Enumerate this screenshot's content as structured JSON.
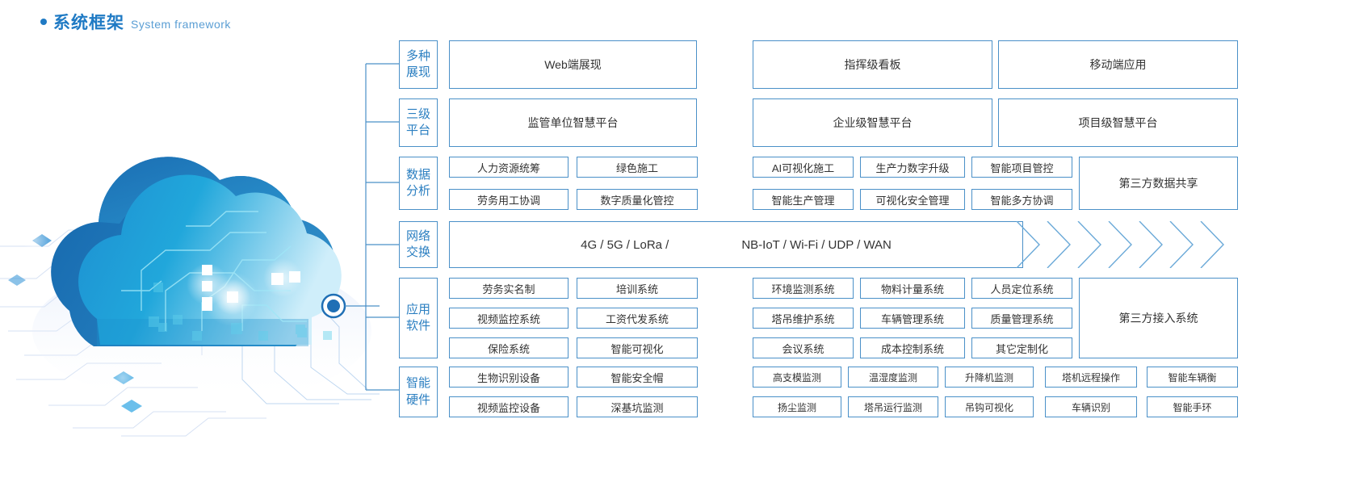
{
  "header": {
    "bullet": "bullet-dot",
    "title_cn": "系统框架",
    "title_en": "System framework"
  },
  "artwork": {
    "name": "cloud-computing-illustration"
  },
  "diagram": {
    "rows": [
      {
        "id": "presentation",
        "category": [
          "多种",
          "展现"
        ],
        "cells": [
          {
            "label": "Web端展现"
          },
          {
            "label": "指挥级看板"
          },
          {
            "label": "移动端应用"
          }
        ]
      },
      {
        "id": "three-tier-platform",
        "category": [
          "三级",
          "平台"
        ],
        "cells": [
          {
            "label": "监管单位智慧平台"
          },
          {
            "label": "企业级智慧平台"
          },
          {
            "label": "项目级智慧平台"
          }
        ]
      },
      {
        "id": "data-analysis",
        "category": [
          "数据",
          "分析"
        ],
        "left_grid": [
          [
            "人力资源统筹",
            "绿色施工"
          ],
          [
            "劳务用工协调",
            "数字质量化管控"
          ]
        ],
        "right_grid": [
          [
            "AI可视化施工",
            "生产力数字升级",
            "智能项目管控"
          ],
          [
            "智能生产管理",
            "可视化安全管理",
            "智能多方协调"
          ]
        ],
        "tail": "第三方数据共享"
      },
      {
        "id": "network-exchange",
        "category": [
          "网络",
          "交换"
        ],
        "bar_text_left": "4G / 5G / LoRa /",
        "bar_text_right": "NB-IoT / Wi-Fi / UDP / WAN",
        "chevron_count": 7
      },
      {
        "id": "application-software",
        "category": [
          "应用",
          "软件"
        ],
        "left_grid": [
          [
            "劳务实名制",
            "培训系统"
          ],
          [
            "视频监控系统",
            "工资代发系统"
          ],
          [
            "保险系统",
            "智能可视化"
          ]
        ],
        "right_grid": [
          [
            "环境监测系统",
            "物料计量系统",
            "人员定位系统"
          ],
          [
            "塔吊维护系统",
            "车辆管理系统",
            "质量管理系统"
          ],
          [
            "会议系统",
            "成本控制系统",
            "其它定制化"
          ]
        ],
        "tail": "第三方接入系统"
      },
      {
        "id": "smart-hardware",
        "category": [
          "智能",
          "硬件"
        ],
        "left_grid": [
          [
            "生物识别设备",
            "智能安全帽"
          ],
          [
            "视频监控设备",
            "深基坑监测"
          ]
        ],
        "right_grid": [
          [
            "高支模监测",
            "温湿度监测",
            "升降机监测",
            "塔机远程操作",
            "智能车辆衡"
          ],
          [
            "扬尘监测",
            "塔吊运行监测",
            "吊钩可视化",
            "车辆识别",
            "智能手环"
          ]
        ]
      }
    ]
  },
  "colors": {
    "accent": "#1f7ac4",
    "border": "#4a90c8",
    "text": "#333333",
    "subtitle": "#5a9ed4"
  }
}
